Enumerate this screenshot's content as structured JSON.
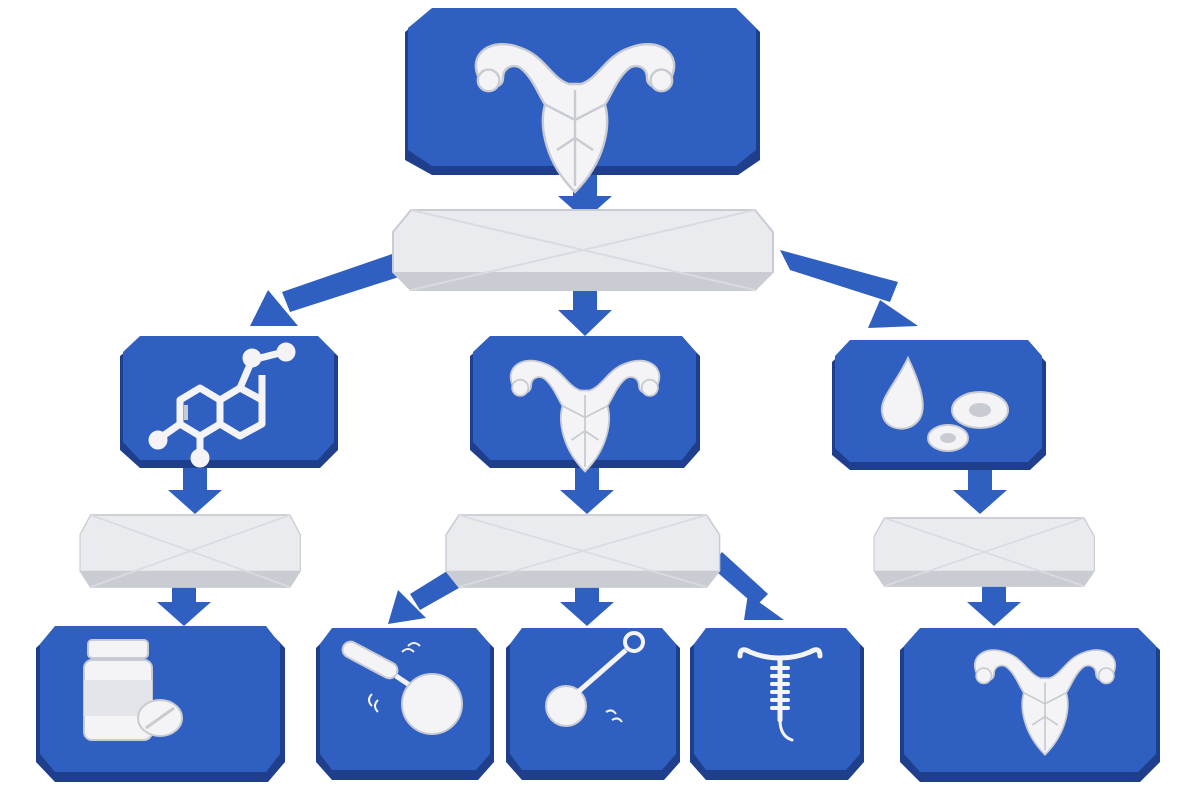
{
  "diagram": {
    "colors": {
      "node_blue": "#2f5fc0",
      "node_blue_dark": "#1f3f8c",
      "node_blue_light": "#4b79d4",
      "label_box": "#e9ebef",
      "label_box_shade": "#c9ccd3",
      "icon_white": "#f4f4f6",
      "icon_shade": "#c8cbd2",
      "arrow": "#2f5fc0"
    },
    "nodes": [
      {
        "id": "root",
        "icon": "uterus-icon"
      },
      {
        "id": "branch-left",
        "icon": "molecule-icon"
      },
      {
        "id": "branch-middle",
        "icon": "uterus-icon"
      },
      {
        "id": "branch-right",
        "icon": "blood-drop-cells-icon"
      },
      {
        "id": "leaf-1",
        "icon": "pill-bottle-tablet-icon"
      },
      {
        "id": "leaf-2",
        "icon": "vibrating-massager-icon"
      },
      {
        "id": "leaf-3",
        "icon": "curette-tool-icon"
      },
      {
        "id": "leaf-4",
        "icon": "iud-icon"
      },
      {
        "id": "leaf-5",
        "icon": "uterus-icon"
      }
    ],
    "label_boxes": [
      {
        "id": "label-main",
        "text": ""
      },
      {
        "id": "label-left",
        "text": ""
      },
      {
        "id": "label-middle",
        "text": ""
      },
      {
        "id": "label-right",
        "text": ""
      }
    ]
  }
}
